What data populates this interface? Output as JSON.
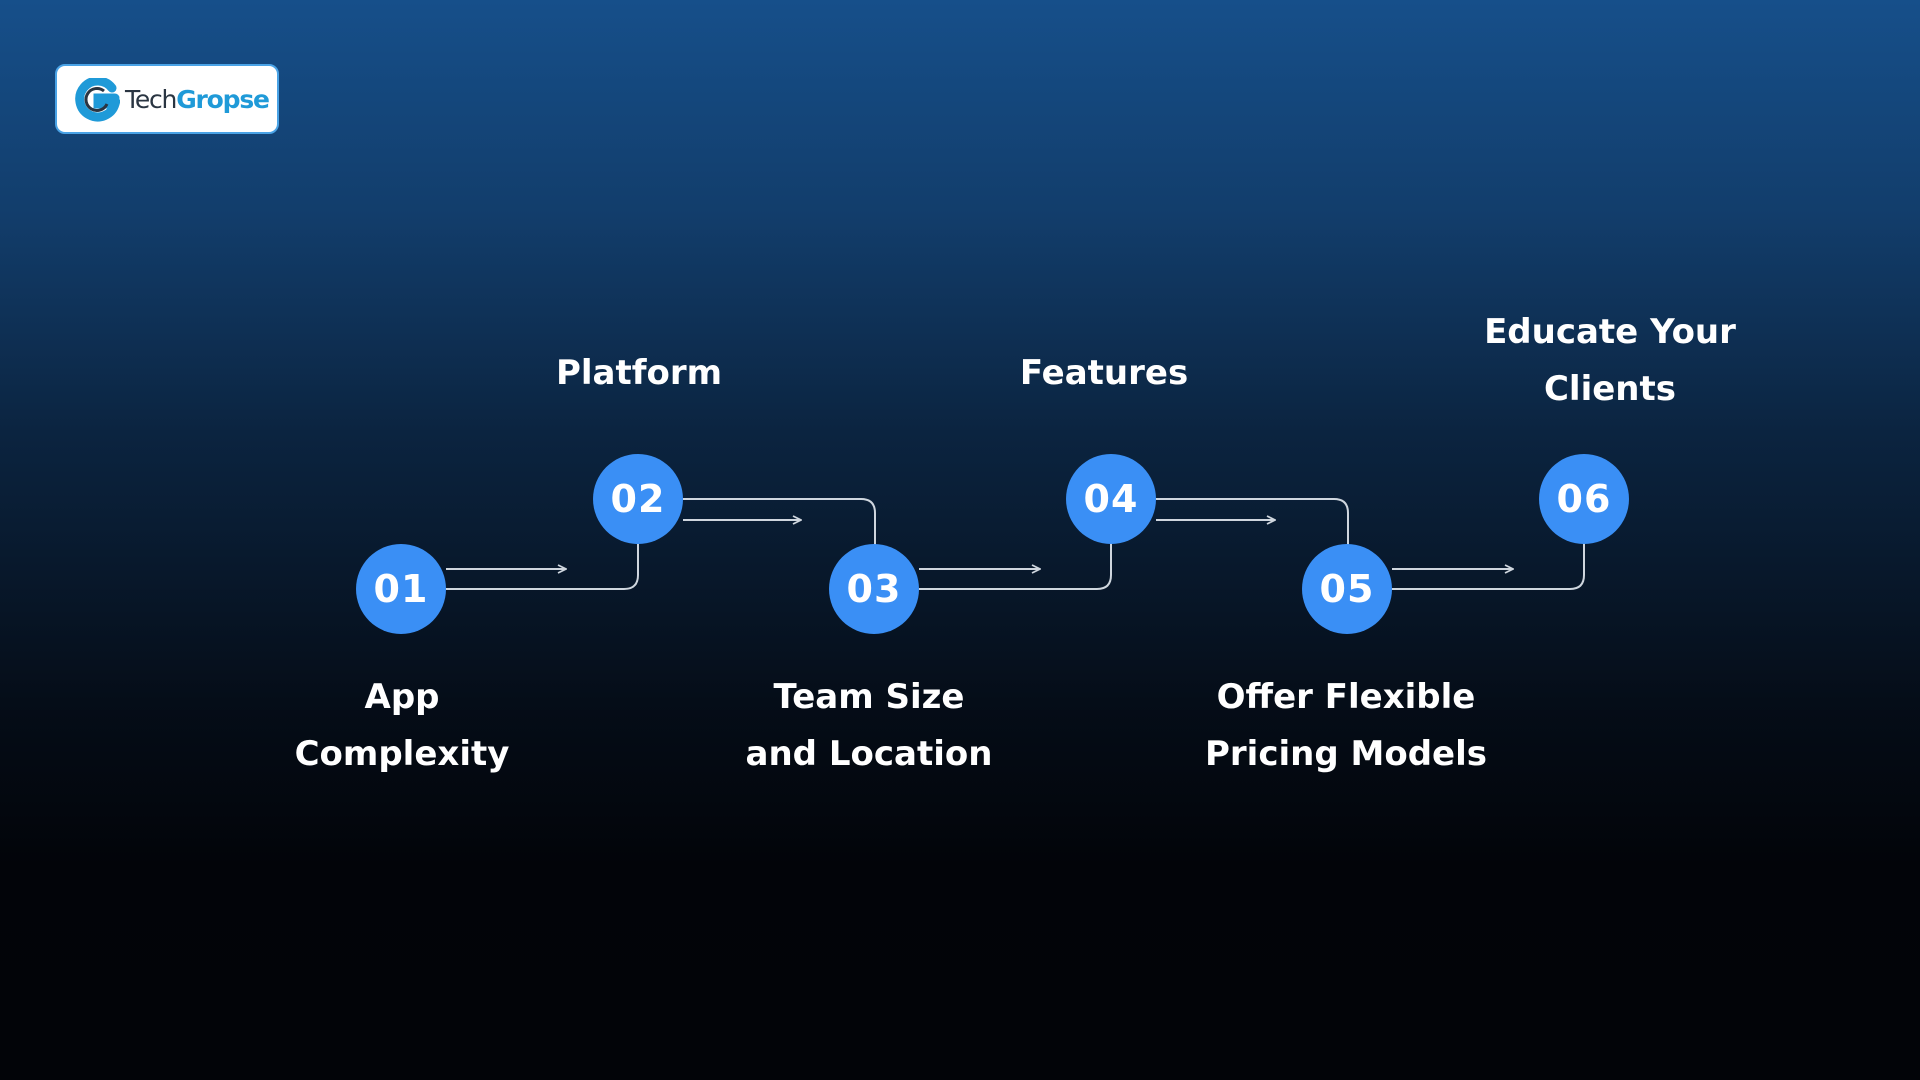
{
  "logo": {
    "part1": "Tech",
    "part2": "Gropse"
  },
  "colors": {
    "circle": "#3a8ff5",
    "connector": "#cfd6de",
    "logo_blue": "#1f9ad8"
  },
  "steps": [
    {
      "number": "01",
      "label_line1": "App",
      "label_line2": "Complexity"
    },
    {
      "number": "02",
      "label_line1": "Platform",
      "label_line2": ""
    },
    {
      "number": "03",
      "label_line1": "Team Size",
      "label_line2": "and Location"
    },
    {
      "number": "04",
      "label_line1": "Features",
      "label_line2": ""
    },
    {
      "number": "05",
      "label_line1": "Offer Flexible",
      "label_line2": "Pricing Models"
    },
    {
      "number": "06",
      "label_line1": "Educate Your",
      "label_line2": "Clients"
    }
  ]
}
